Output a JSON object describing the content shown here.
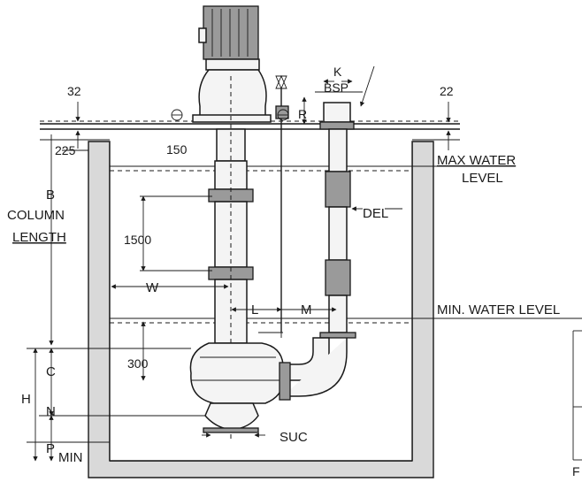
{
  "labels": {
    "dim_32": "32",
    "dim_22": "22",
    "k": "K",
    "bsp": "BSP",
    "r": "R",
    "dim_225": "225",
    "dim_150": "150",
    "b": "B",
    "column": "COLUMN",
    "length": "LENGTH",
    "max_water_1": "MAX WATER",
    "max_water_2": "LEVEL",
    "del": "DEL",
    "dim_1500": "1500",
    "w": "W",
    "l": "L",
    "m": "M",
    "min_water": "MIN. WATER LEVEL",
    "c": "C",
    "dim_300": "300",
    "h": "H",
    "n": "N",
    "suc": "SUC",
    "p": "P",
    "min": "MIN",
    "edge_f": "F"
  }
}
